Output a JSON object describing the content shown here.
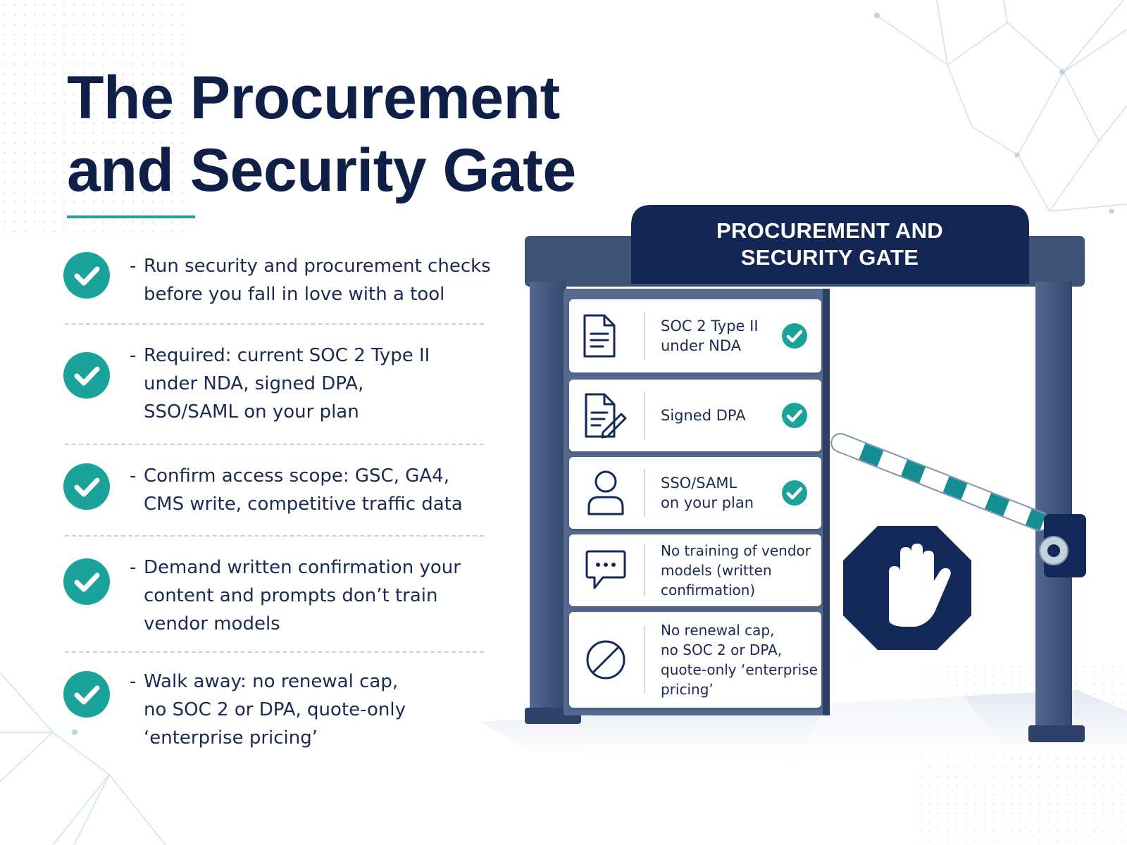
{
  "title": {
    "line1": "The Procurement",
    "line2": "and Security Gate"
  },
  "checklist": [
    {
      "dash": "-",
      "lines": [
        "Run security and procurement checks",
        "before you fall in love with a tool"
      ]
    },
    {
      "dash": "-",
      "lines": [
        "Required: current SOC 2 Type II",
        "under NDA, signed DPA,",
        "SSO/SAML on your plan"
      ]
    },
    {
      "dash": "-",
      "lines": [
        "Confirm access scope: GSC, GA4,",
        "CMS write, competitive traffic data"
      ]
    },
    {
      "dash": "-",
      "lines": [
        "Demand written confirmation your",
        "content and prompts don’t train",
        "vendor models"
      ]
    },
    {
      "dash": "-",
      "lines": [
        "Walk away: no renewal cap,",
        "no SOC 2 or DPA, quote-only",
        "‘enterprise pricing’"
      ]
    }
  ],
  "gate": {
    "header_line1": "PROCUREMENT AND",
    "header_line2": "SECURITY GATE",
    "items": [
      {
        "icon": "document-icon",
        "lines": [
          "SOC 2 Type II",
          "under NDA"
        ],
        "checked": true
      },
      {
        "icon": "signed-document-icon",
        "lines": [
          "Signed DPA"
        ],
        "checked": true
      },
      {
        "icon": "user-icon",
        "lines": [
          "SSO/SAML",
          "on your plan"
        ],
        "checked": true
      },
      {
        "icon": "chat-bubble-icon",
        "lines": [
          "No training of vendor",
          "models (written",
          "confirmation)"
        ],
        "checked": false
      },
      {
        "icon": "prohibited-icon",
        "lines": [
          "No renewal cap,",
          "no SOC 2 or DPA,",
          "quote-only ‘enterprise",
          "pricing’"
        ],
        "checked": false
      }
    ]
  },
  "colors": {
    "navy": "#0f1f48",
    "gate_steel": "#3c5078",
    "teal": "#1ba39b",
    "stop_sign": "#12295a"
  }
}
